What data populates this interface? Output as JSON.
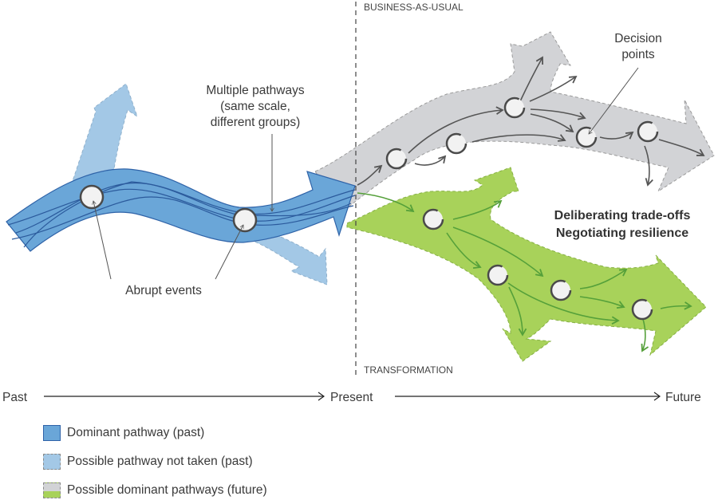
{
  "sections": {
    "top_label": "BUSINESS-AS-USUAL",
    "bottom_label": "TRANSFORMATION"
  },
  "annotations": {
    "multiple_pathways": [
      "Multiple pathways",
      "(same scale,",
      "different groups)"
    ],
    "abrupt_events": "Abrupt events",
    "decision_points": [
      "Decision",
      "points"
    ],
    "emphasis": [
      "Deliberating trade-offs",
      "Negotiating resilience"
    ]
  },
  "timeline": {
    "past": "Past",
    "present": "Present",
    "future": "Future"
  },
  "legend": [
    {
      "label": "Dominant pathway (past)",
      "style": "dominant-past"
    },
    {
      "label": "Possible pathway not taken (past)",
      "style": "not-taken-past"
    },
    {
      "label": "Possible dominant pathways (future)",
      "style": "possible-future"
    }
  ],
  "colors": {
    "dominant_blue": "#6aa6d8",
    "dominant_blue_stroke": "#2f63a8",
    "light_blue": "#a3c8e6",
    "gray": "#d2d3d6",
    "green": "#a8d25a",
    "green_arrow": "#5aa23a",
    "node_stroke": "#4a4a4a"
  }
}
